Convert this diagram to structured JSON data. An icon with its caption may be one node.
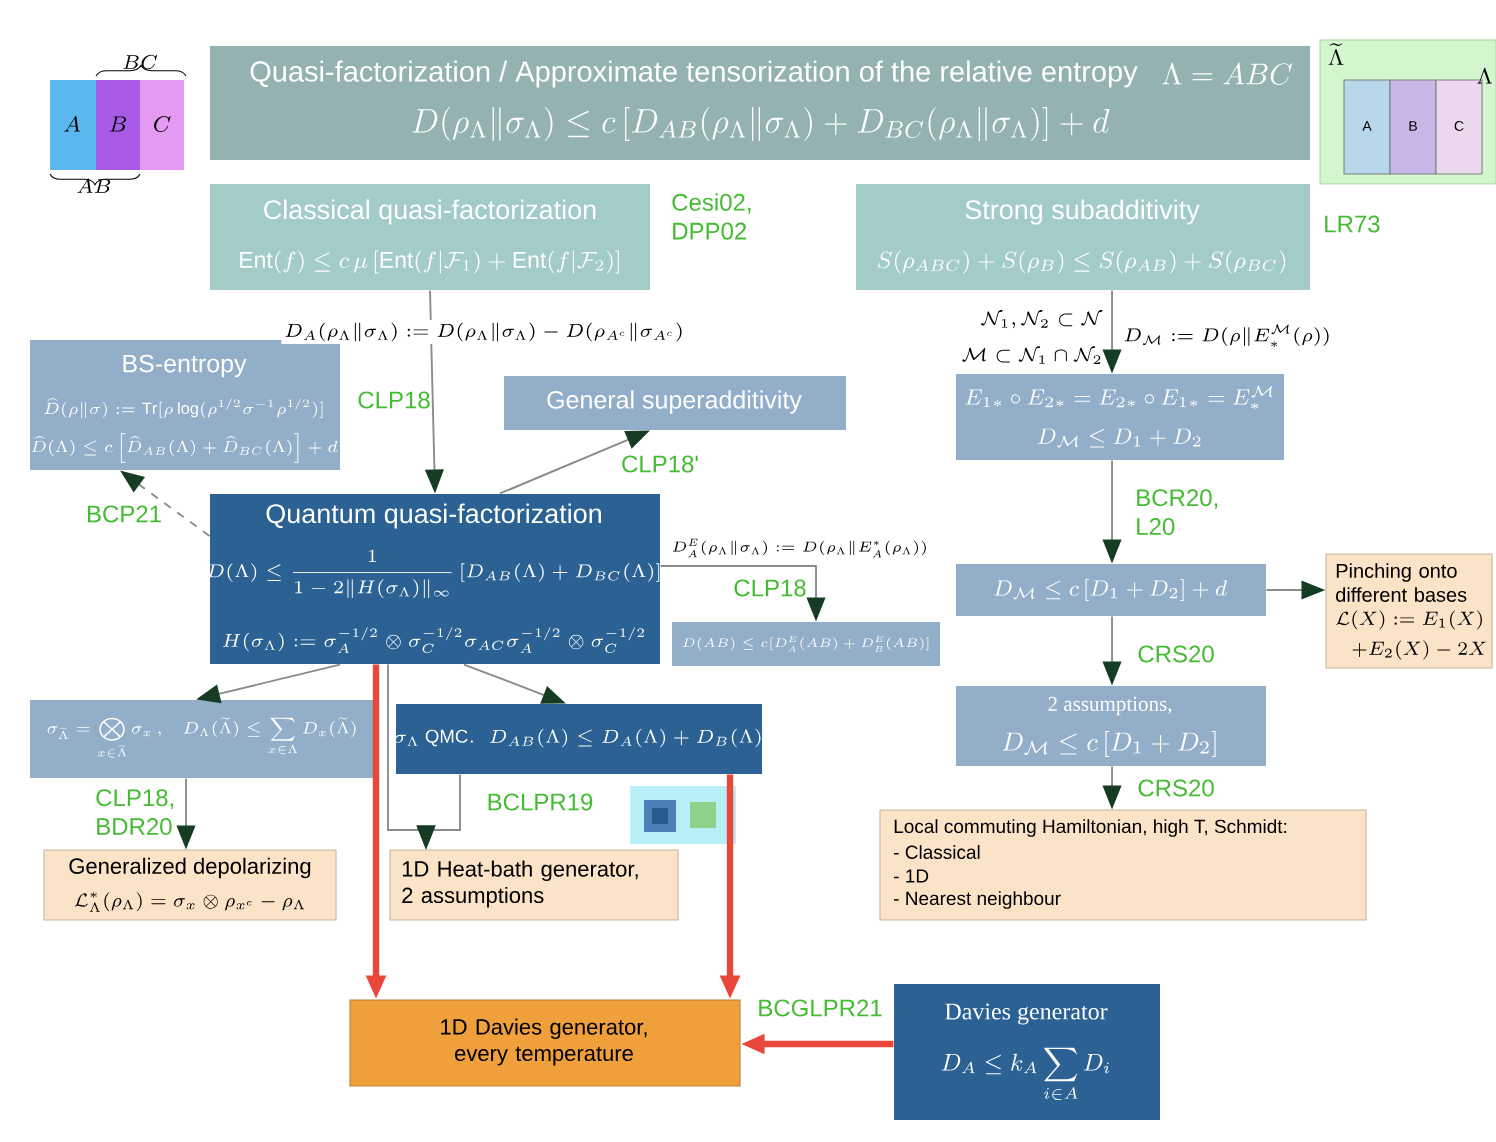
{
  "diagram": {
    "title": "Quasi-factorization / Approximate tensorization of the relative entropy",
    "nodes": [
      {
        "text": [
          "\\Lambda = ABC",
          "D(\\rho_\\Lambda\\|\\sigma_\\Lambda) \\le c\\,[D_{AB}(\\rho_\\Lambda\\|\\sigma_\\Lambda) + D_{BC}(\\rho_\\Lambda\\|\\sigma_\\Lambda)] + d"
        ]
      },
      {
        "text": [
          "Classical quasi-factorization",
          "\\mathrm{Ent}(f) \\le c\\,\\mu\\,[\\mathrm{Ent}(f|\\mathcal{F}_1) + \\mathrm{Ent}(f|\\mathcal{F}_2)]"
        ],
        "beside": [
          "Cesi02, DPP02"
        ]
      },
      {
        "text": [
          "Strong subadditivity",
          "S(\\rho_{ABC}) + S(\\rho_B) \\le S(\\rho_{AB}) + S(\\rho_{BC})"
        ],
        "beside": [
          "LR73"
        ]
      },
      {
        "text": [
          "BS-entropy",
          "\\widehat{D}(\\rho\\|\\sigma) := \\mathrm{Tr}[\\rho\\log(\\rho^{1/2}\\sigma^{-1}\\rho^{1/2})]",
          "\\widehat{D}(\\Lambda) \\le c\\left[\\widehat{D}_{AB}(\\Lambda) + \\widehat{D}_{BC}(\\Lambda)\\right] + d"
        ]
      },
      {
        "text": [
          "General superadditivity"
        ]
      },
      {
        "text": [
          "Quantum quasi-factorization",
          "D(\\Lambda) \\le \\frac{1}{1-2\\|H(\\sigma_\\Lambda)\\|_\\infty}\\,[D_{AB}(\\Lambda) + D_{BC}(\\Lambda)]",
          "H(\\sigma_\\Lambda) := \\sigma_A^{-1/2}\\otimes\\sigma_C^{-1/2}\\sigma_{AC}\\sigma_A^{-1/2}\\otimes\\sigma_C^{-1/2}"
        ]
      },
      {
        "text": [
          "E_{1*}\\circ E_{2*} = E_{2*}\\circ E_{1*} = E_*^{\\mathcal{M}}",
          "D_{\\mathcal{M}} \\le D_1 + D_2"
        ]
      },
      {
        "text": [
          "D_{\\mathcal{M}} \\le c\\,[D_1 + D_2] + d"
        ]
      },
      {
        "text": [
          "Pinching onto different bases",
          "\\mathcal{L}(X) := E_1(X)",
          "+E_2(X) - 2X"
        ]
      },
      {
        "text": [
          "D(AB) \\le c[D_A^E(AB) + D_B^E(AB)]"
        ]
      },
      {
        "text": [
          "2 assumptions,",
          "D_{\\mathcal{M}} \\le c\\,[D_1 + D_2]"
        ]
      },
      {
        "text": [
          "\\sigma_{\\widetilde\\Lambda} = \\bigotimes_{x\\in\\widetilde\\Lambda}\\sigma_x\\,,\\quad D_\\Lambda(\\widetilde\\Lambda) \\le \\sum_{x\\in\\Lambda} D_x(\\widetilde\\Lambda)"
        ]
      },
      {
        "text": [
          "\\sigma_\\Lambda\\ \\mathrm{QMC.}\\;\\; D_{AB}(\\Lambda) \\le D_A(\\Lambda) + D_B(\\Lambda)"
        ]
      },
      {
        "text": [
          "Local commuting Hamiltonian, high T, Schmidt:",
          "- Classical",
          "- 1D",
          "- Nearest neighbour"
        ]
      },
      {
        "text": [
          "Generalized depolarizing",
          "\\mathcal{L}^*_\\Lambda(\\rho_\\Lambda) = \\sigma_x\\otimes\\rho_{x^c} - \\rho_\\Lambda"
        ]
      },
      {
        "text": [
          "1D Heat-bath generator, 2 assumptions"
        ]
      },
      {
        "text": [
          "1D Davies generator, every temperature"
        ]
      },
      {
        "text": [
          "Davies generator",
          "D_A \\le k_A \\sum_{i\\in A} D_i"
        ]
      }
    ],
    "edges": [
      {
        "from": 1,
        "to": 5,
        "arrow": "to",
        "label": "CLP18"
      },
      {
        "from": 5,
        "to": 4,
        "arrow": "to",
        "label": "CLP18'"
      },
      {
        "from": 5,
        "to": 3,
        "arrow": "to",
        "label": "BCP21",
        "style": "dashed"
      },
      {
        "from": 5,
        "to": 9,
        "arrow": "to",
        "label": "CLP18"
      },
      {
        "from": 2,
        "to": 6,
        "arrow": "to"
      },
      {
        "from": 6,
        "to": 7,
        "arrow": "to",
        "label": "BCR20, L20"
      },
      {
        "from": 7,
        "to": 8,
        "arrow": "to"
      },
      {
        "from": 7,
        "to": 10,
        "arrow": "to",
        "label": "CRS20"
      },
      {
        "from": 10,
        "to": 13,
        "arrow": "to",
        "label": "CRS20"
      },
      {
        "from": 5,
        "to": 11,
        "arrow": "to"
      },
      {
        "from": 5,
        "to": 12,
        "arrow": "to"
      },
      {
        "from": 11,
        "to": 14,
        "arrow": "to",
        "label": "CLP18, BDR20"
      },
      {
        "from": 5,
        "to": 15,
        "arrow": "to"
      },
      {
        "from": 12,
        "to": 15,
        "arrow": "to",
        "label": "BCLPR19"
      },
      {
        "from": 5,
        "to": 16,
        "arrow": "to",
        "style": "thick",
        "color": "#e8473a"
      },
      {
        "from": 12,
        "to": 16,
        "arrow": "to",
        "style": "thick",
        "color": "#e8473a"
      },
      {
        "from": 17,
        "to": 16,
        "arrow": "to",
        "label": "BCGLPR21",
        "style": "thick",
        "color": "#e8473a"
      }
    ],
    "labels": [
      "BC",
      "A",
      "B",
      "C",
      "AB",
      "\\widetilde{\\Lambda}",
      "\\Lambda",
      "A",
      "B",
      "C",
      "D_A(\\rho_\\Lambda\\|\\sigma_\\Lambda) := D(\\rho_\\Lambda\\|\\sigma_\\Lambda) - D(\\rho_{A^c}\\|\\sigma_{A^c})",
      "\\mathcal{N}_1,\\mathcal{N}_2\\subset\\mathcal{N}",
      "\\mathcal{M}\\subset\\mathcal{N}_1\\cap\\mathcal{N}_2",
      "D_{\\mathcal{M}} := D(\\rho\\|E_*^{\\mathcal{M}}(\\rho))",
      "D_A^E(\\rho_\\Lambda\\|\\sigma_\\Lambda) := D(\\rho_\\Lambda\\|E_A^*(\\rho_\\Lambda))"
    ]
  }
}
